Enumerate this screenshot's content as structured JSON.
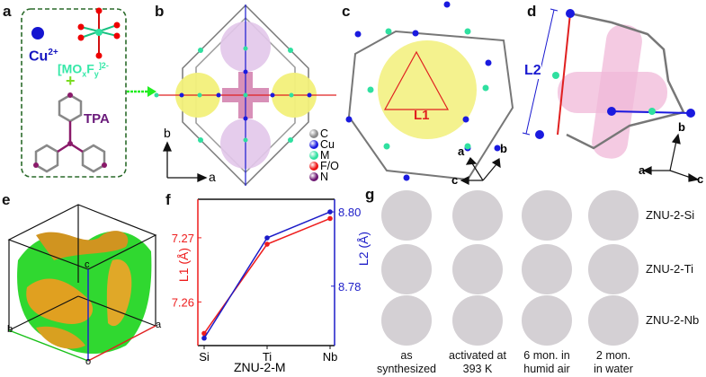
{
  "panels": {
    "a": {
      "label": "a",
      "cu_label": "Cu",
      "cu_sup": "2+",
      "anion_label": "[MO",
      "anion_sub1": "x",
      "anion_f": "F",
      "anion_sub2": "y",
      "anion_sup": "]2-",
      "plus": "+",
      "ligand_label": "TPA"
    },
    "b": {
      "label": "b",
      "axis_b": "b",
      "axis_a": "a",
      "legend": [
        {
          "label": "C",
          "color": "#8a8a8a"
        },
        {
          "label": "Cu",
          "color": "#1a1adf"
        },
        {
          "label": "M",
          "color": "#2fe0a0"
        },
        {
          "label": "F/O",
          "color": "#ee1111"
        },
        {
          "label": "N",
          "color": "#6a1470"
        }
      ]
    },
    "c": {
      "label": "c",
      "distance_label": "L1",
      "axis_a": "a",
      "axis_b": "b",
      "axis_c": "c"
    },
    "d": {
      "label": "d",
      "distance_label": "L2",
      "axis_a": "a",
      "axis_b": "b",
      "axis_c": "c"
    },
    "e": {
      "label": "e",
      "corner_o": "o",
      "corner_a": "a",
      "corner_b": "b",
      "corner_c": "c"
    },
    "f": {
      "label": "f"
    },
    "g": {
      "label": "g",
      "rows": [
        "ZNU-2-Si",
        "ZNU-2-Ti",
        "ZNU-2-Nb"
      ],
      "columns": [
        {
          "line1": "as",
          "line2": "synthesized"
        },
        {
          "line1": "activated at",
          "line2": "393 K"
        },
        {
          "line1": "6 mon. in",
          "line2": "humid air"
        },
        {
          "line1": "2 mon.",
          "line2": "in water"
        }
      ],
      "crystal_colors": [
        "#8a2450",
        "#6a2ab0",
        "#2a20c8"
      ]
    }
  },
  "colors": {
    "L1": "#ee1c1c",
    "L2": "#1c1cc8",
    "arrow": "#22ee22",
    "dashed_box": "#2a6a2a",
    "pore_yellow": "#f2f07a",
    "pore_pink": "#e8b8d8"
  },
  "chart_data": {
    "type": "line",
    "categories": [
      "Si",
      "Ti",
      "Nb"
    ],
    "xlabel": "ZNU-2-M",
    "series": [
      {
        "name": "L1 (Å)",
        "axis": "left",
        "color": "#ee1c1c",
        "values": [
          7.2551,
          7.269,
          7.273
        ]
      },
      {
        "name": "L2 (Å)",
        "axis": "right",
        "color": "#1c1cc8",
        "values": [
          8.766,
          8.793,
          8.8
        ]
      }
    ],
    "y_left": {
      "label": "L1 (Å)",
      "ticks": [
        "7.26",
        "7.27"
      ],
      "range": [
        7.2532,
        7.276
      ]
    },
    "y_right": {
      "label": "L2 (Å)",
      "ticks": [
        "8.78",
        "8.80"
      ],
      "range": [
        8.764,
        8.8034
      ]
    }
  }
}
